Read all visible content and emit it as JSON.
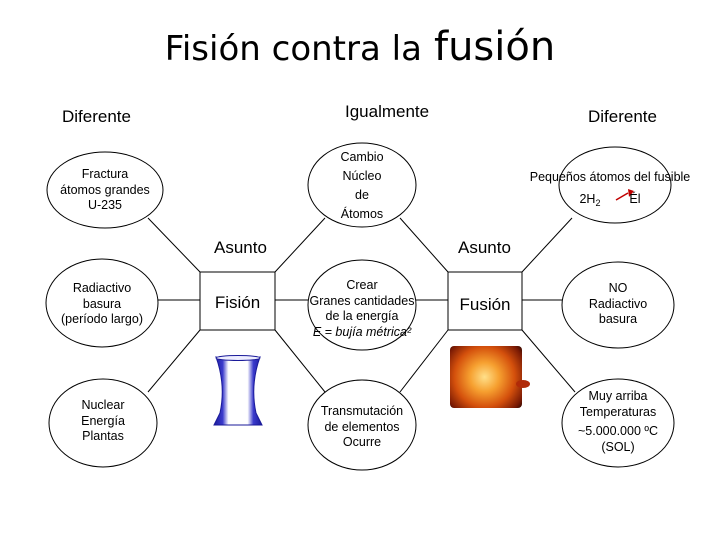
{
  "title": {
    "part1": "Fisión contra la",
    "part2": "fusión"
  },
  "headers": {
    "left": "Diferente",
    "center": "Igualmente",
    "right": "Diferente"
  },
  "left_top": [
    "Fractura",
    "átomos grandes",
    "U-235"
  ],
  "center_top": [
    "Cambio",
    "Núcleo",
    "de",
    "Átomos"
  ],
  "right_top": {
    "line1": "Pequeños átomos del fusible",
    "h2": "2H",
    "h2_sub": "2",
    "result": "Él"
  },
  "issue_left": "Asunto",
  "issue_right": "Asunto",
  "left_mid": [
    "Radiactivo",
    "basura",
    "(período largo)"
  ],
  "fission": "Fisión",
  "center_mid": [
    "Crear",
    "Granes cantidades",
    "de la energía",
    "E = bujía métrica²"
  ],
  "fusion": "Fusión",
  "right_mid": [
    "NO",
    "Radiactivo",
    "basura"
  ],
  "left_bottom": [
    "Nuclear",
    "Energía",
    "Plantas"
  ],
  "center_bottom": [
    "Transmutación",
    "de elementos",
    "Ocurre"
  ],
  "right_bottom": [
    "Muy arriba",
    "Temperaturas",
    "~5.000.000 ºC",
    "(SOL)"
  ],
  "colors": {
    "lines": "#000000",
    "tower": "#1a1a99",
    "arrow": "#c00000"
  }
}
